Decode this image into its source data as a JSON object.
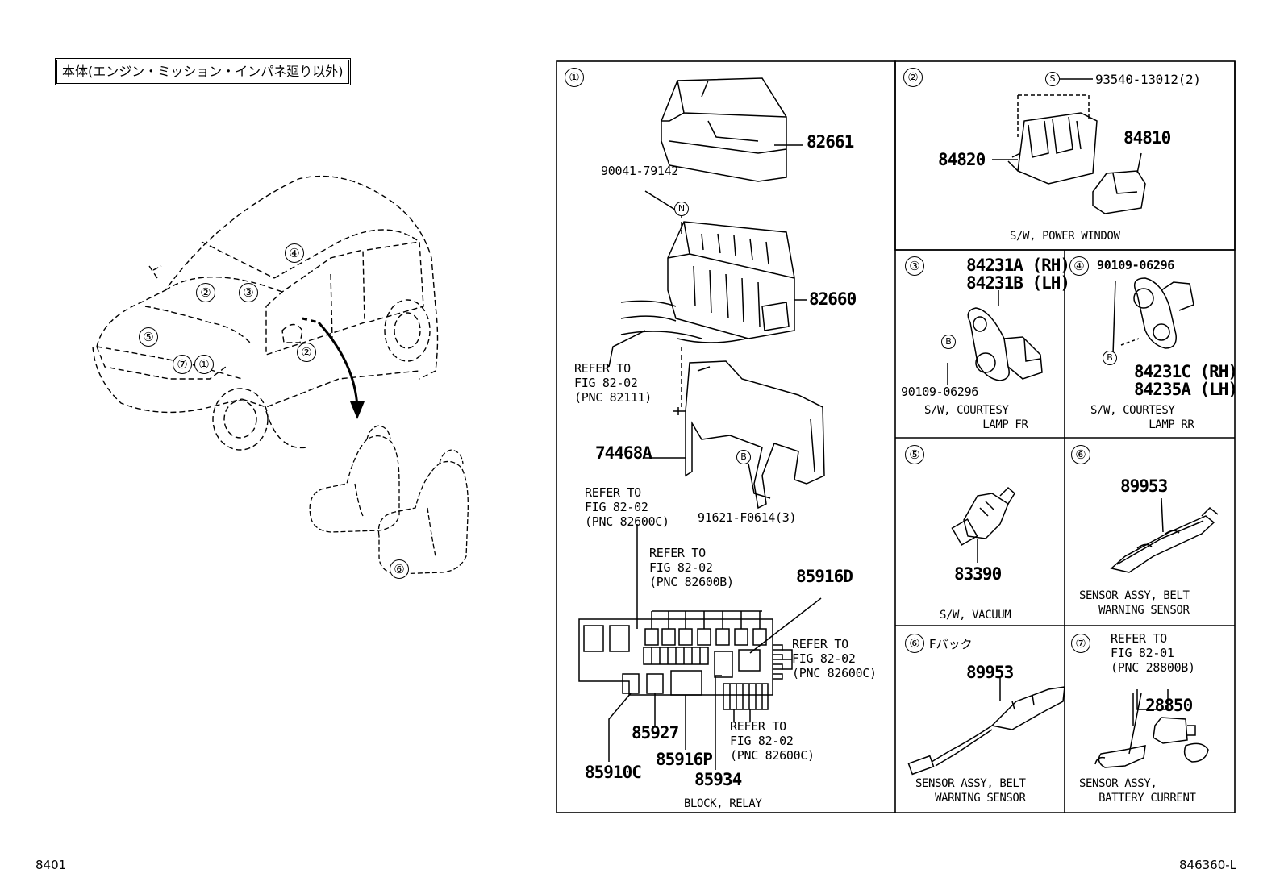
{
  "header": {
    "title": "本体(エンジン・ミッション・インパネ廻り以外)"
  },
  "car_callouts": [
    "①",
    "②",
    "③",
    "④",
    "⑤",
    "⑥",
    "⑦",
    "②"
  ],
  "panel1": {
    "marker": "①",
    "parts": {
      "p82661": "82661",
      "p90041": "90041-79142",
      "p82660": "82660",
      "ref1": "REFER TO\nFIG 82-02\n(PNC 82111)",
      "p74468A": "74468A",
      "p91621": "91621-F0614(3)",
      "ref2": "REFER TO\nFIG 82-02\n(PNC 82600C)",
      "ref3": "REFER TO\nFIG 82-02\n(PNC 82600B)",
      "p85916D": "85916D",
      "ref4": "REFER TO\nFIG 82-02\n(PNC 82600C)",
      "ref5": "REFER TO\nFIG 82-02\n(PNC 82600C)",
      "p85927": "85927",
      "p85916P": "85916P",
      "p85910C": "85910C",
      "p85934": "85934"
    },
    "mark_n": "N",
    "mark_b": "B",
    "caption": "BLOCK, RELAY"
  },
  "panel2": {
    "marker": "②",
    "mark_s": "S",
    "p93540": "93540-13012(2)",
    "p84820": "84820",
    "p84810": "84810",
    "caption": "S/W, POWER WINDOW"
  },
  "panel3": {
    "marker": "③",
    "p84231A": "84231A (RH)",
    "p84231B": "84231B (LH)",
    "mark_b": "B",
    "p90109": "90109-06296",
    "caption": "S/W, COURTESY\n         LAMP FR"
  },
  "panel4": {
    "marker": "④",
    "p90109": "90109-06296",
    "mark_b": "B",
    "p84231C": "84231C (RH)",
    "p84235A": "84235A (LH)",
    "caption": "S/W, COURTESY\n         LAMP RR"
  },
  "panel5": {
    "marker": "⑤",
    "p83390": "83390",
    "caption": "S/W, VACUUM"
  },
  "panel6": {
    "marker": "⑥",
    "p89953": "89953",
    "caption": "SENSOR ASSY, BELT\n   WARNING SENSOR"
  },
  "panel6b": {
    "marker": "⑥",
    "title": "Fパック",
    "p89953": "89953",
    "caption": "SENSOR ASSY, BELT\n   WARNING SENSOR"
  },
  "panel7": {
    "marker": "⑦",
    "ref": "REFER TO\nFIG 82-01\n(PNC 28800B)",
    "p28850": "28850",
    "caption": "SENSOR ASSY,\n   BATTERY CURRENT"
  },
  "footer": {
    "left": "8401",
    "right": "846360-L"
  }
}
